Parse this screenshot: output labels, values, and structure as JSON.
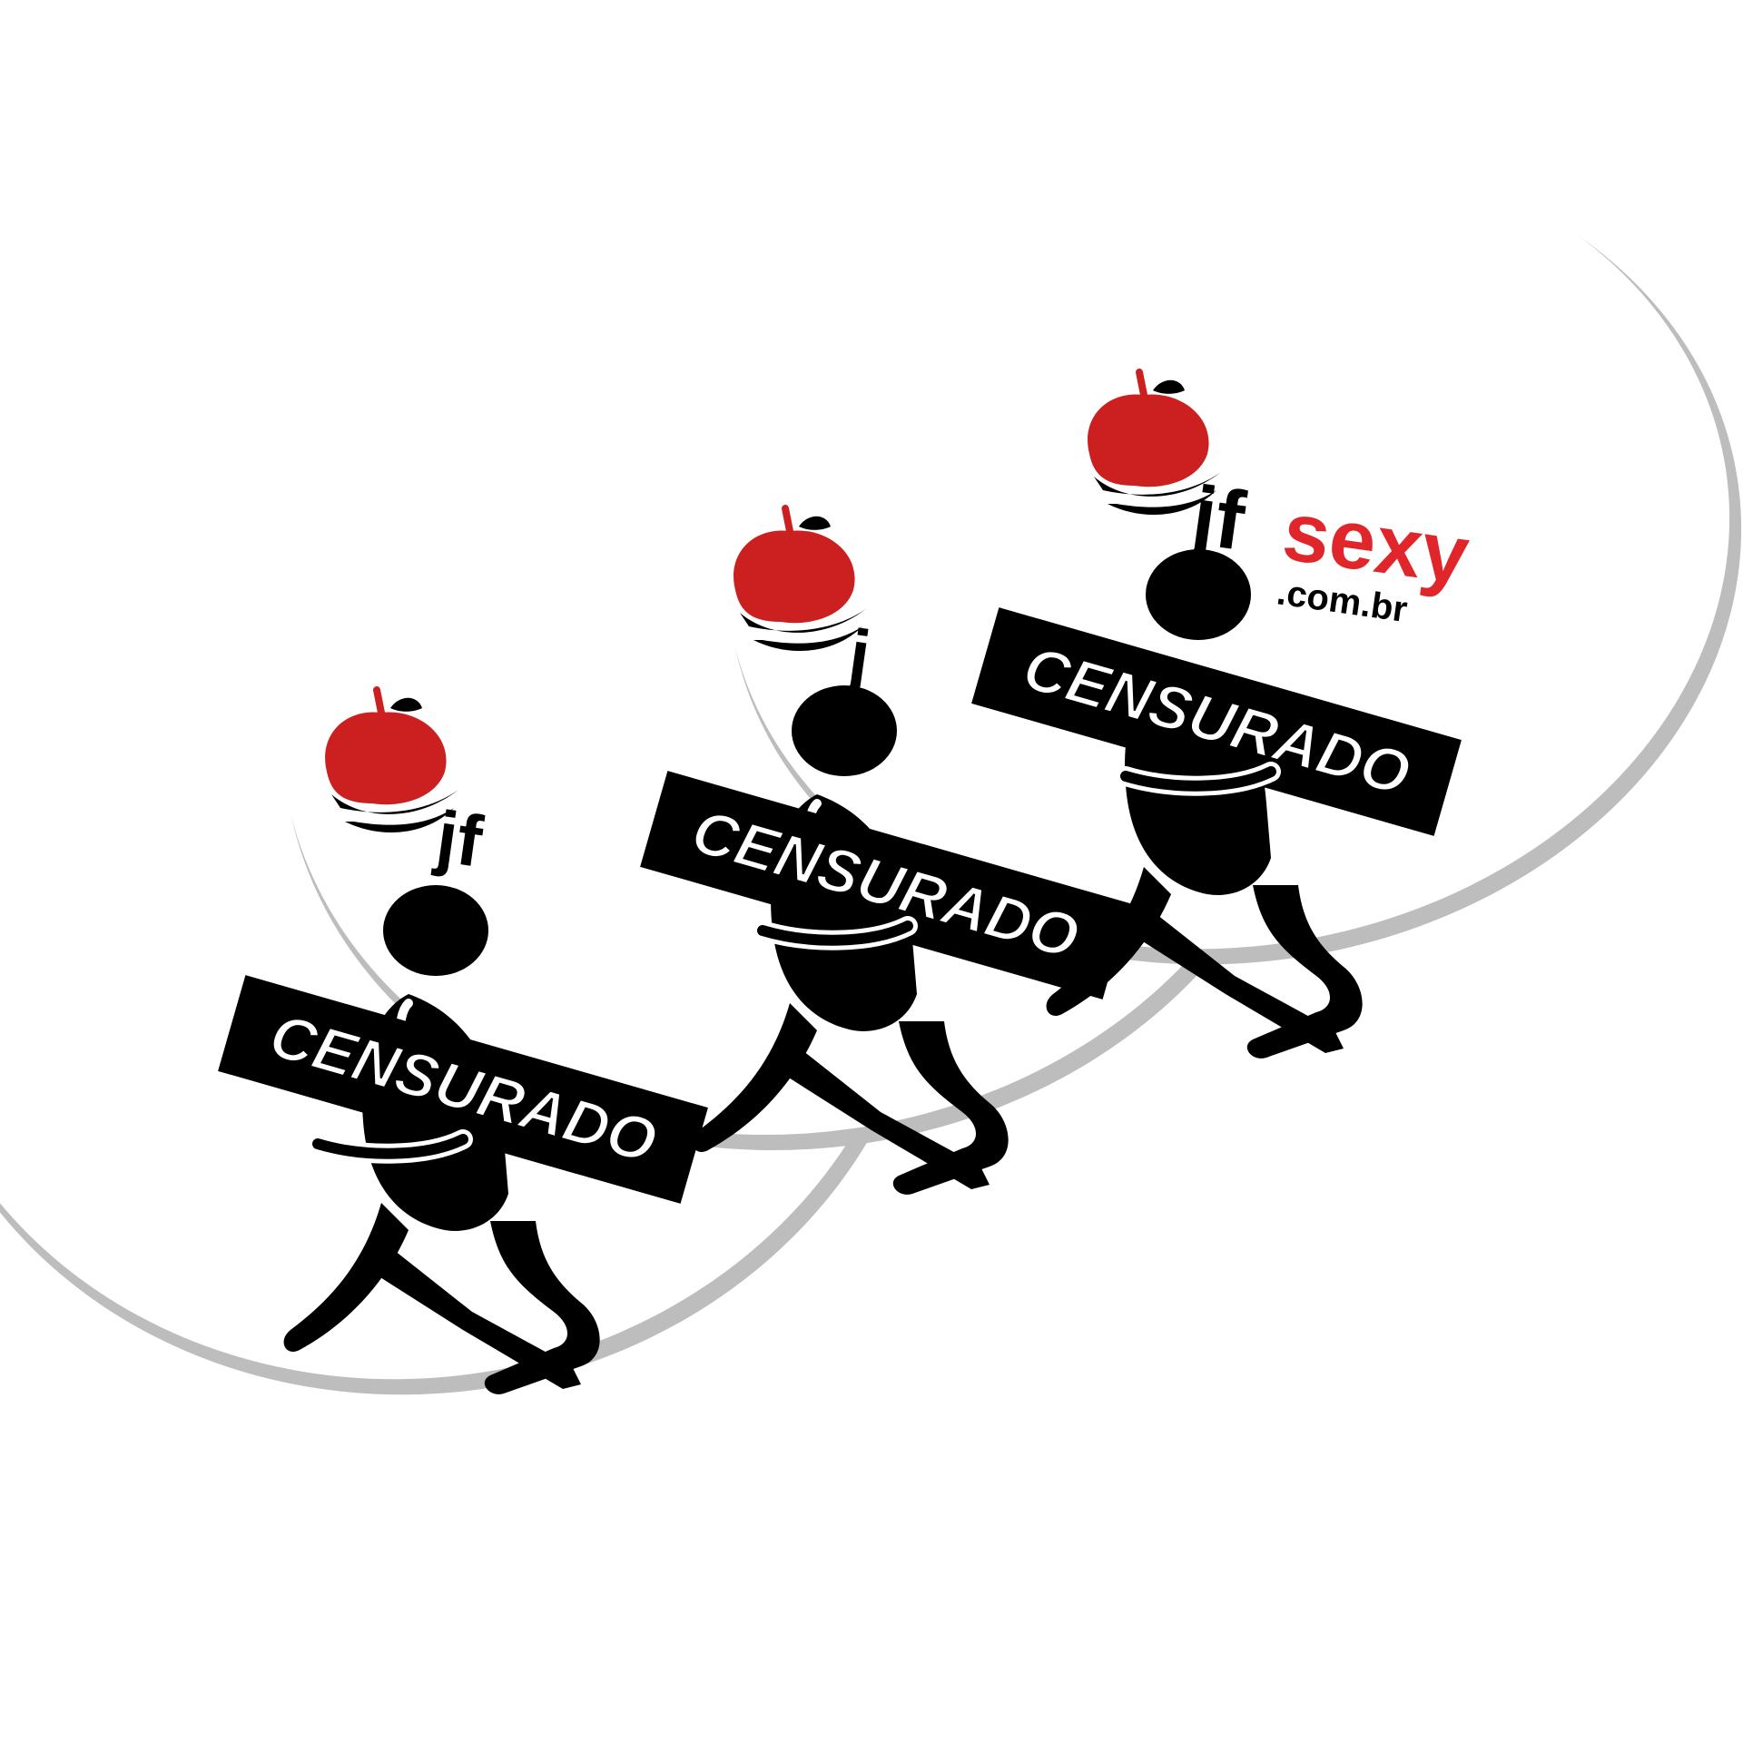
{
  "stickers": [
    {
      "censor_label": "CENSURADO",
      "brand_partial": "jf"
    },
    {
      "censor_label": "CENSURADO",
      "brand_partial": "j"
    },
    {
      "censor_label": "CENSURADO",
      "brand_main_dark": "jf",
      "brand_main_red": "sexy",
      "brand_domain": ".com.br"
    }
  ],
  "colors": {
    "background": "#ffffff",
    "sticker_face": "#ffffff",
    "sticker_edge": "#bdbdbd",
    "figure": "#000000",
    "apple_red": "#cc1f1f",
    "brand_red": "#e0262b",
    "label_text": "#ffffff"
  },
  "icons": {
    "mascot": "apple-logo-icon",
    "figure": "stick-figure-icon"
  }
}
